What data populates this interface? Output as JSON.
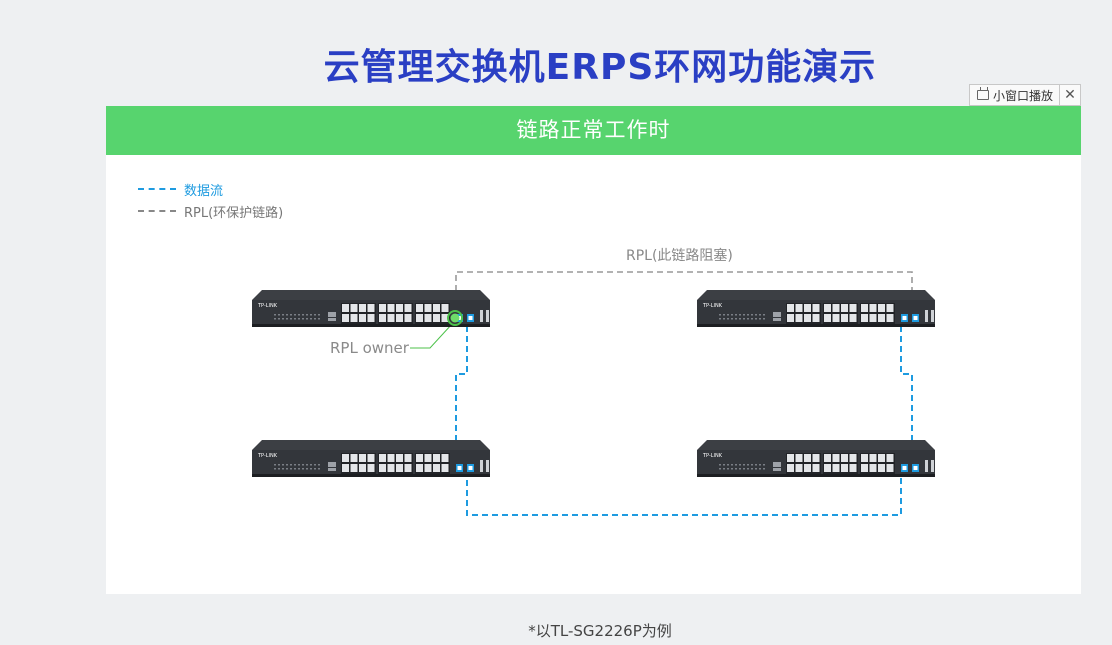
{
  "page": {
    "title": "云管理交换机ERPS环网功能演示"
  },
  "pip": {
    "label": "小窗口播放",
    "icon": "tv-icon",
    "close_icon": "close-icon"
  },
  "panel": {
    "header": "链路正常工作时"
  },
  "legend": {
    "data_flow": "数据流",
    "rpl": "RPL(环保护链路)",
    "data_color": "#1e9be0",
    "rpl_color": "#888888"
  },
  "diagram": {
    "rpl_label": "RPL(此链路阻塞)",
    "owner_label": "RPL owner",
    "switches": [
      {
        "id": "top-left",
        "brand": "TP-LINK",
        "owner": true
      },
      {
        "id": "top-right",
        "brand": "TP-LINK",
        "owner": false
      },
      {
        "id": "bottom-left",
        "brand": "TP-LINK",
        "owner": false
      },
      {
        "id": "bottom-right",
        "brand": "TP-LINK",
        "owner": false
      }
    ]
  },
  "footnote": "*以TL-SG2226P为例",
  "colors": {
    "accent": "#2a3fc4",
    "header_green": "#57d46e",
    "owner_green": "#4cc24a"
  }
}
